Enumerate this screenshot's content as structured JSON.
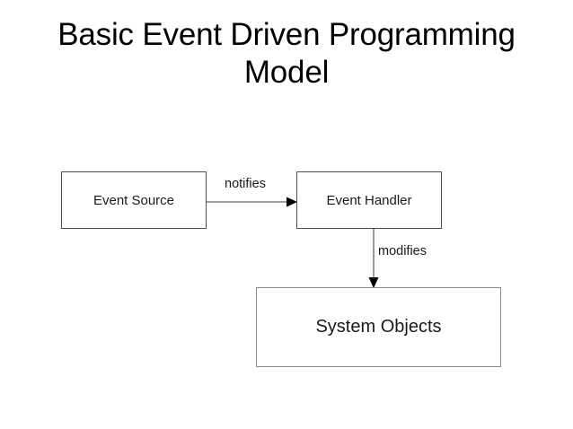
{
  "slide": {
    "title": "Basic Event Driven Programming Model",
    "title_line_1": "Basic Event Driven Programming",
    "title_line_2": "Model",
    "background_color": "#ffffff"
  },
  "diagram": {
    "type": "flow-diagram",
    "nodes": [
      {
        "id": "event-source",
        "label": "Event Source",
        "border_color": "#4d4d4d",
        "fill_color": "#ffffff",
        "text_color": "#1a1a1a"
      },
      {
        "id": "event-handler",
        "label": "Event Handler",
        "border_color": "#4d4d4d",
        "fill_color": "#ffffff",
        "text_color": "#1a1a1a"
      },
      {
        "id": "system-objects",
        "label": "System Objects",
        "border_color": "#8c8c8c",
        "fill_color": "#ffffff",
        "text_color": "#1a1a1a"
      }
    ],
    "edges": [
      {
        "id": "notifies",
        "label": "notifies",
        "from": "event-source",
        "to": "event-handler",
        "direction": "right",
        "line_color": "#808080",
        "arrow_color": "#000000"
      },
      {
        "id": "modifies",
        "label": "modifies",
        "from": "event-handler",
        "to": "system-objects",
        "direction": "down",
        "line_color": "#808080",
        "arrow_color": "#000000"
      }
    ]
  }
}
